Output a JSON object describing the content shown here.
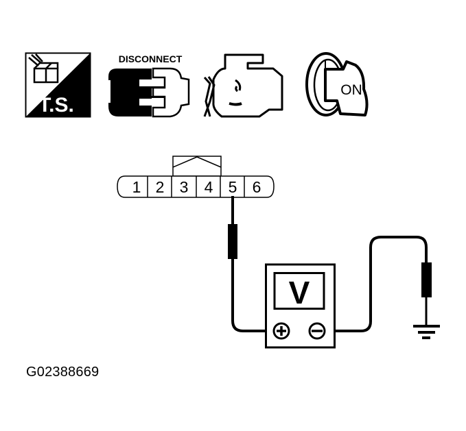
{
  "icons": {
    "trouble_shooting": {
      "icon": "ts-box-icon",
      "label": "T.S."
    },
    "disconnect": {
      "icon": "disconnect-connector-icon",
      "label": "DISCONNECT"
    },
    "engine": {
      "icon": "engine-stopped-icon"
    },
    "ignition": {
      "icon": "ignition-key-on-icon",
      "label": "ON"
    }
  },
  "connector": {
    "pins": [
      "1",
      "2",
      "3",
      "4",
      "5",
      "6"
    ],
    "probed_pin": "5"
  },
  "meter": {
    "type": "voltmeter",
    "display": "V",
    "positive_terminal": "+",
    "negative_terminal": "−"
  },
  "ground": {
    "icon": "ground-symbol-icon"
  },
  "figure_id": "G02388669",
  "colors": {
    "ink": "#000000",
    "paper": "#ffffff"
  }
}
